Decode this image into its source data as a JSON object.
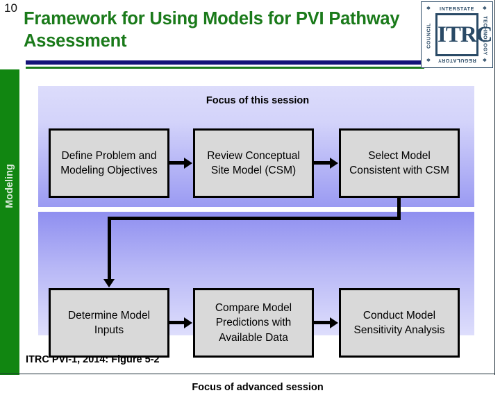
{
  "slide": {
    "number": "10",
    "title": "Framework for Using Models for PVI Pathway Assessment",
    "footer": "ITRC PVI-1, 2014: Figure 5-2",
    "title_color": "#1a7a1a",
    "rule_navy_color": "#141478",
    "rule_green_color": "#1a7a1a"
  },
  "logo": {
    "center": "ITRC",
    "top_word": "INTERSTATE",
    "right_word": "TECHNOLOGY",
    "bottom_word": "REGULATORY",
    "left_word": "COUNCIL",
    "star": "✱",
    "color": "#2a4a66"
  },
  "sidebar": {
    "label": "Modeling",
    "band_color": "#118611",
    "text_color": "#d8ead8"
  },
  "diagram": {
    "caption_top": "Focus of this session",
    "caption_bottom": "Focus of advanced session",
    "box_fill": "#d9d9d9",
    "box_border": "#000000",
    "panel_top_gradient": [
      "#dcdcfb",
      "#9a9af2"
    ],
    "panel_bottom_gradient": [
      "#8f8ff0",
      "#dedefc"
    ],
    "row1": [
      {
        "id": "define-problem",
        "label": "Define Problem and Modeling Objectives"
      },
      {
        "id": "review-csm",
        "label": "Review Conceptual Site Model (CSM)"
      },
      {
        "id": "select-model",
        "label": "Select Model Consistent with CSM"
      }
    ],
    "row2": [
      {
        "id": "determine-inputs",
        "label": "Determine Model Inputs"
      },
      {
        "id": "compare-model",
        "label": "Compare Model Predictions with Available Data"
      },
      {
        "id": "sensitivity",
        "label": "Conduct Model Sensitivity Analysis"
      }
    ]
  }
}
